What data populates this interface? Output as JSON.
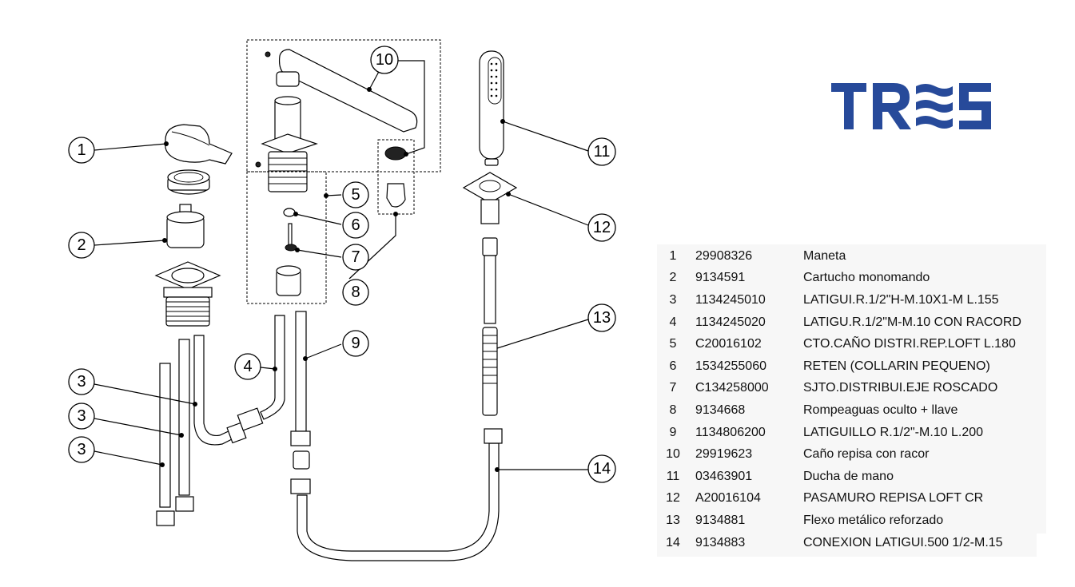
{
  "brand": {
    "name": "TRES",
    "color": "#274a9a"
  },
  "diagram": {
    "title": "Exploded view - bath/shower deck mixer",
    "callouts": [
      "1",
      "2",
      "3",
      "3",
      "3",
      "4",
      "5",
      "6",
      "7",
      "8",
      "9",
      "10",
      "11",
      "12",
      "13",
      "14"
    ]
  },
  "parts_table": {
    "rows": [
      {
        "num": "1",
        "code": "29908326",
        "desc": "Maneta"
      },
      {
        "num": "2",
        "code": "9134591",
        "desc": "Cartucho monomando"
      },
      {
        "num": "3",
        "code": "1134245010",
        "desc": "LATIGUI.R.1/2\"H-M.10X1-M  L.155"
      },
      {
        "num": "4",
        "code": "1134245020",
        "desc": "LATIGU.R.1/2\"M-M.10  CON RACORD"
      },
      {
        "num": "5",
        "code": "C20016102",
        "desc": "CTO.CAÑO DISTRI.REP.LOFT L.180"
      },
      {
        "num": "6",
        "code": "1534255060",
        "desc": "RETEN (COLLARIN PEQUENO)"
      },
      {
        "num": "7",
        "code": "C134258000",
        "desc": "SJTO.DISTRIBUI.EJE  ROSCADO"
      },
      {
        "num": "8",
        "code": "9134668",
        "desc": "Rompeaguas oculto + llave"
      },
      {
        "num": "9",
        "code": "1134806200",
        "desc": "LATIGUILLO R.1/2\"-M.10 L.200"
      },
      {
        "num": "10",
        "code": "29919623",
        "desc": "Caño repisa con racor"
      },
      {
        "num": "11",
        "code": "03463901",
        "desc": "Ducha de mano"
      },
      {
        "num": "12",
        "code": "A20016104",
        "desc": "PASAMURO REPISA LOFT CR"
      },
      {
        "num": "13",
        "code": "9134881",
        "desc": "Flexo metálico  reforzado"
      },
      {
        "num": "14",
        "code": "9134883",
        "desc": "CONEXION LATIGUI.500 1/2-M.15"
      }
    ]
  }
}
